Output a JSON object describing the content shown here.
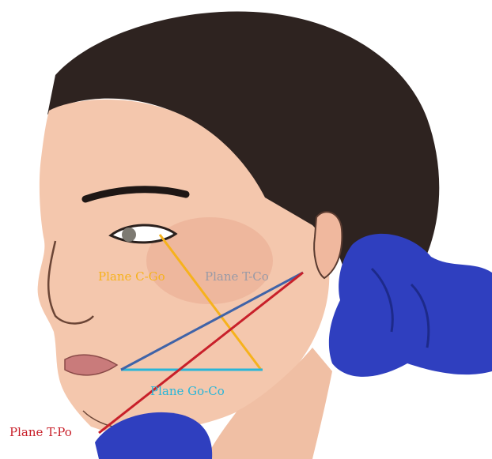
{
  "planes": [
    {
      "id": "c-go",
      "label": "Plane C-Go",
      "color": "#f6b21c"
    },
    {
      "id": "t-co",
      "label": "Plane T-Co",
      "color": "#9a9aa6"
    },
    {
      "id": "go-co",
      "label": "Plane Go-Co",
      "color": "#29b6d8"
    },
    {
      "id": "t-po",
      "label": "Plane T-Po",
      "color": "#c8202a"
    }
  ],
  "line_colors": {
    "t-co": "#3f63a8"
  },
  "palette": {
    "hair": "#2e2320",
    "skin": "#f4c7ad",
    "skin_shadow": "#e9a98f",
    "lips": "#c97b7b",
    "glove": "#2f3fbf",
    "glove_dark": "#1d2a8a"
  }
}
